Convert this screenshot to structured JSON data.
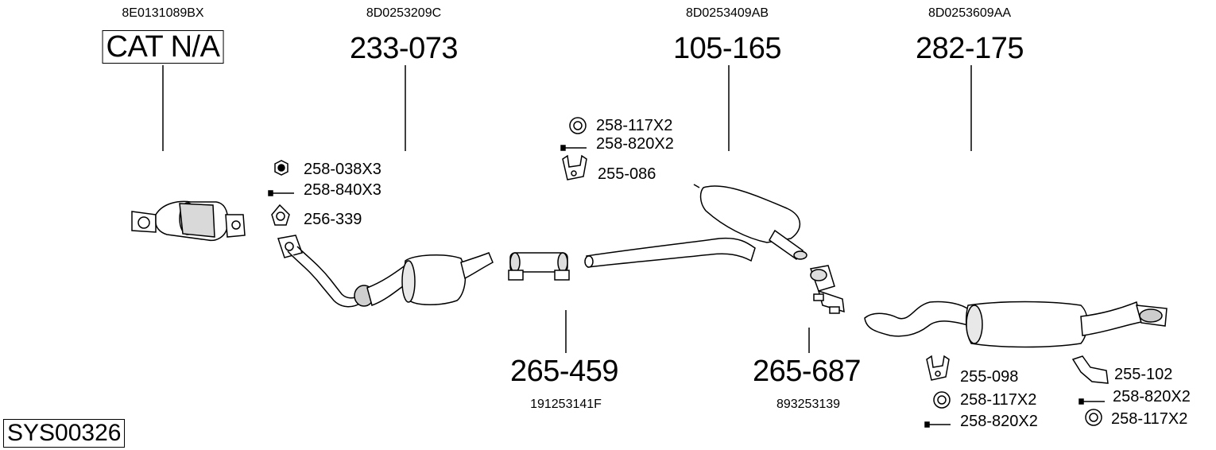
{
  "system_code": "SYS00326",
  "parts": {
    "cat": {
      "oem": "8E0131089BX",
      "number": "CAT N/A"
    },
    "front_pipe": {
      "oem": "8D0253209C",
      "number": "233-073"
    },
    "middle": {
      "oem": "8D0253409AB",
      "number": "105-165"
    },
    "rear": {
      "oem": "8D0253609AA",
      "number": "282-175"
    },
    "connector1": {
      "number": "265-459",
      "oem": "191253141F"
    },
    "connector2": {
      "number": "265-687",
      "oem": "893253139"
    }
  },
  "hardware": {
    "front": [
      {
        "icon": "nut-icon",
        "label": "258-038X3"
      },
      {
        "icon": "bolt-icon",
        "label": "258-840X3"
      },
      {
        "icon": "gasket-icon",
        "label": "256-339"
      }
    ],
    "middle": [
      {
        "icon": "ring-icon",
        "label": "258-117X2"
      },
      {
        "icon": "bolt-icon",
        "label": "258-820X2"
      },
      {
        "icon": "hanger-icon",
        "label": "255-086"
      }
    ],
    "rear_left": [
      {
        "icon": "hanger-icon",
        "label": "255-098"
      },
      {
        "icon": "ring-icon",
        "label": "258-117X2"
      },
      {
        "icon": "bolt-icon",
        "label": "258-820X2"
      }
    ],
    "rear_right": [
      {
        "icon": "bracket-icon",
        "label": "255-102"
      },
      {
        "icon": "bolt-icon",
        "label": "258-820X2"
      },
      {
        "icon": "ring-icon",
        "label": "258-117X2"
      }
    ]
  }
}
